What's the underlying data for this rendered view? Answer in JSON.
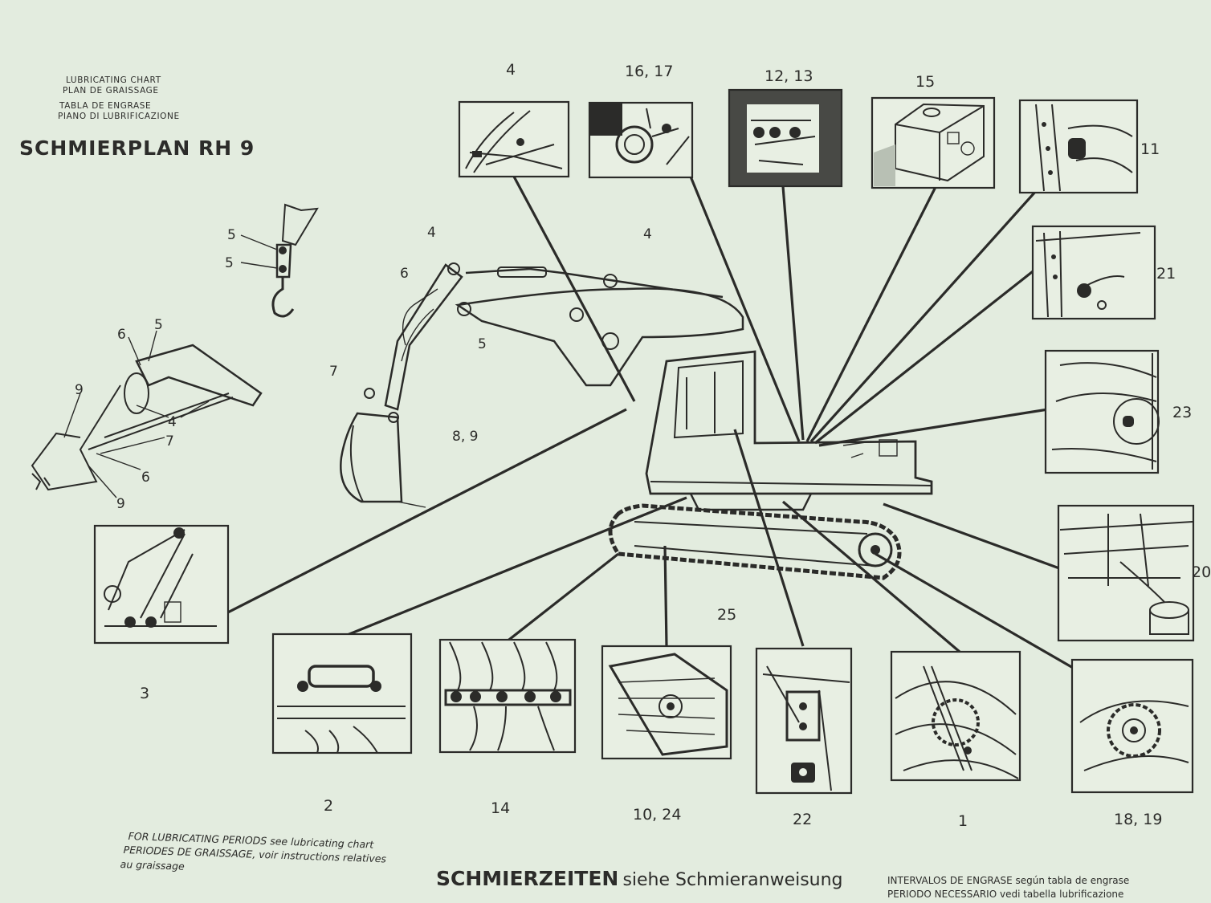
{
  "header": {
    "subtitles": [
      "LUBRICATING CHART",
      "PLAN DE GRAISSAGE",
      "TABLA DE ENGRASE",
      "PIANO DI LUBRIFICAZIONE"
    ],
    "title": "SCHMIERPLAN RH 9"
  },
  "callouts": {
    "p4_top": "4",
    "p16_17": "16, 17",
    "p12_13": "12, 13",
    "p15": "15",
    "p11": "11",
    "p21": "21",
    "p23": "23",
    "p20": "20",
    "p3": "3",
    "p2": "2",
    "p14": "14",
    "p10_24": "10, 24",
    "p22": "22",
    "p1": "1",
    "p18_19": "18, 19",
    "p25": "25",
    "hook_5a": "5",
    "hook_5b": "5",
    "ex_4a": "4",
    "ex_4b": "4",
    "ex_6": "6",
    "ex_5": "5",
    "ex_7": "7",
    "ex_8_9": "8, 9",
    "sh_6a": "6",
    "sh_5": "5",
    "sh_9a": "9",
    "sh_4": "4",
    "sh_7": "7",
    "sh_6b": "6",
    "sh_9b": "9"
  },
  "footer": {
    "left_lines": [
      "FOR LUBRICATING PERIODS see lubricating chart",
      "PERIODES DE GRAISSAGE, voir instructions relatives",
      "au graissage"
    ],
    "center_bold": "SCHMIERZEITEN",
    "center_rest": "siehe Schmieranweisung",
    "right_lines": [
      "INTERVALOS DE ENGRASE según tabla de engrase",
      "PERIODO NECESSARIO vedi tabella lubrificazione"
    ]
  }
}
